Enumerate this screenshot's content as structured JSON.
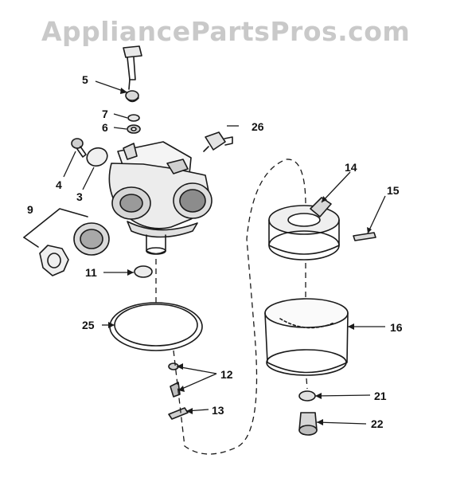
{
  "watermark": "AppliancePartsPros.com",
  "callouts": {
    "p3": "3",
    "p4": "4",
    "p5": "5",
    "p6": "6",
    "p7": "7",
    "p9": "9",
    "p11": "11",
    "p12": "12",
    "p13": "13",
    "p14": "14",
    "p15": "15",
    "p16": "16",
    "p21": "21",
    "p22": "22",
    "p25": "25",
    "p26": "26"
  },
  "colors": {
    "ink": "#1a1a1a",
    "watermark": "#c9c9c9",
    "background": "#ffffff"
  }
}
